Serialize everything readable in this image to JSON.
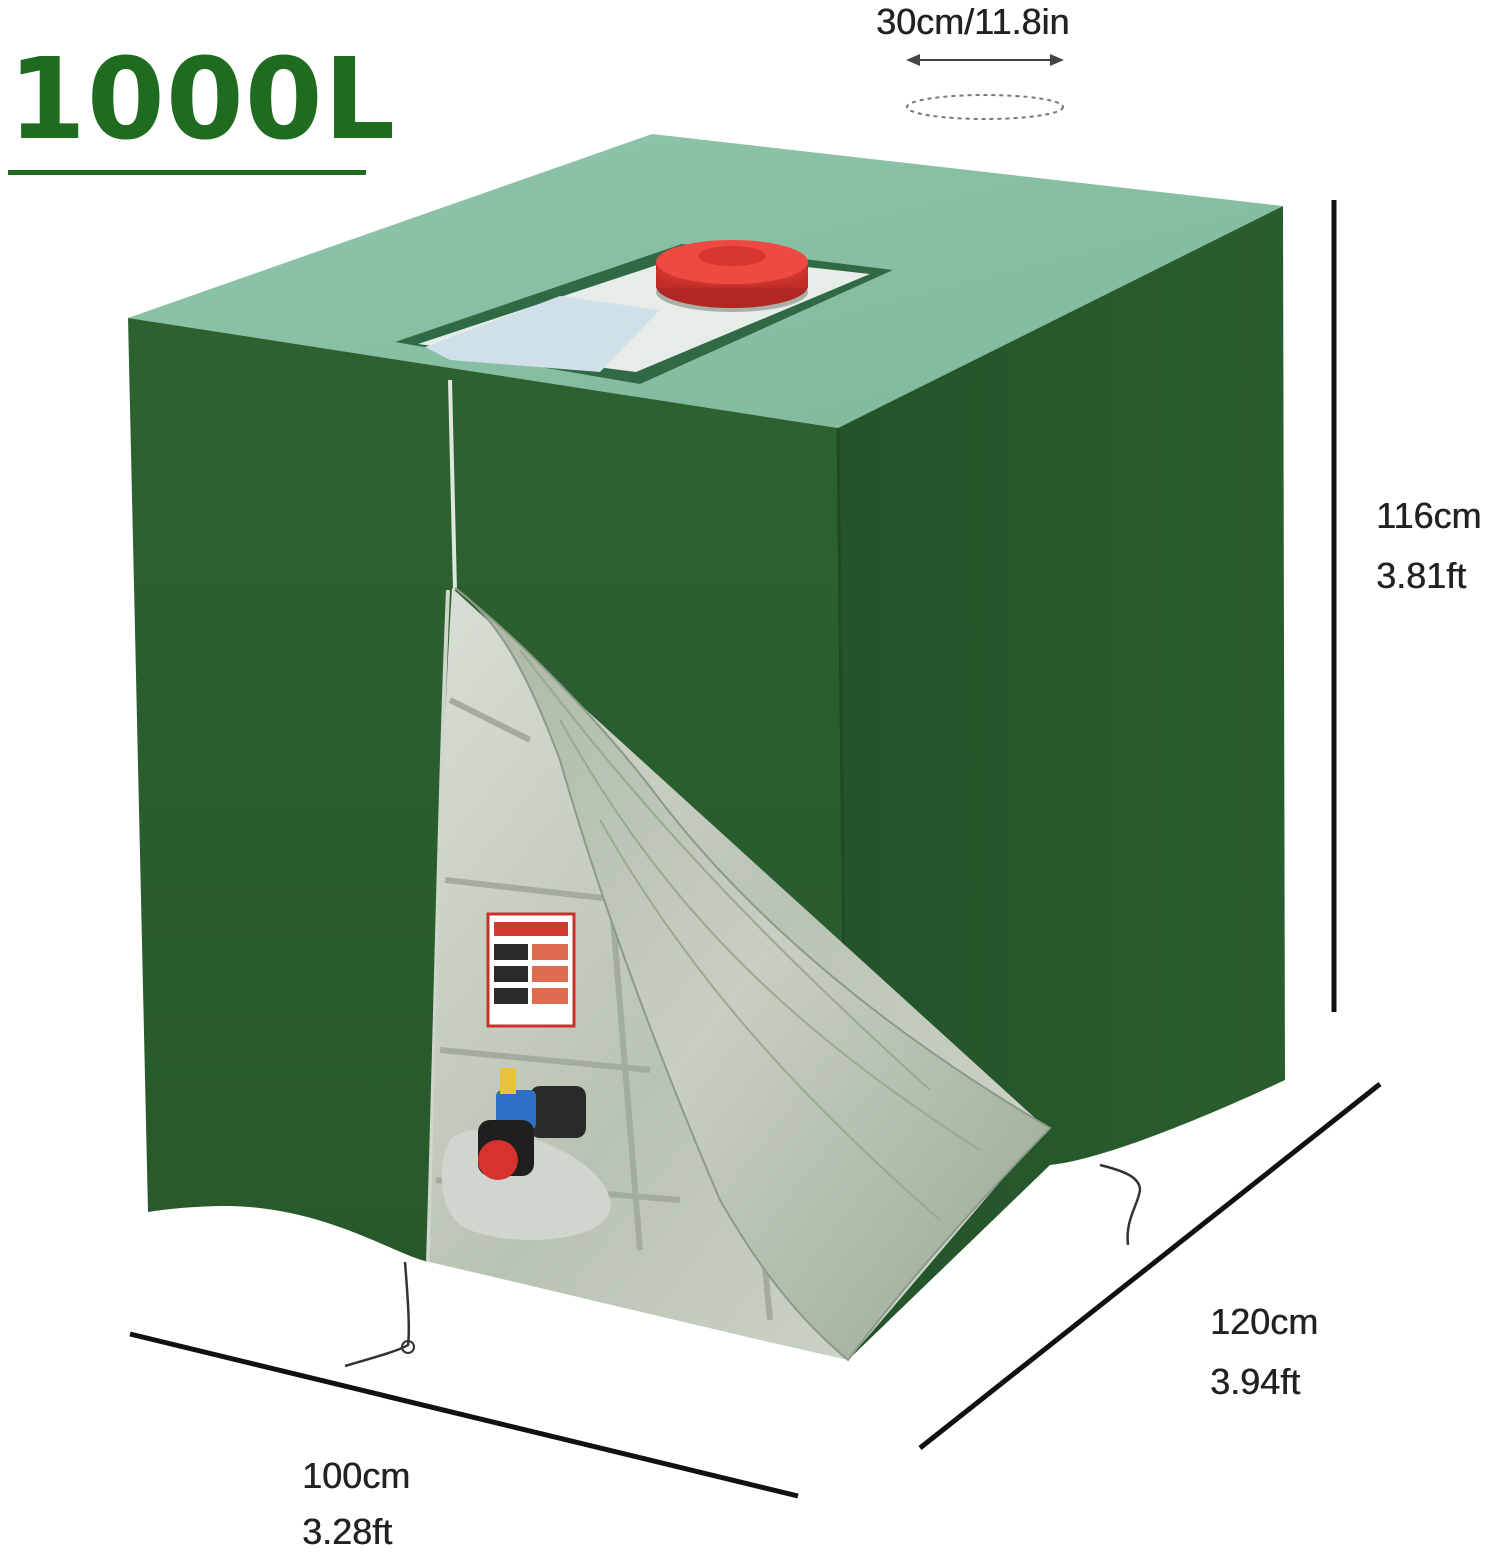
{
  "product": {
    "capacity": "1000L"
  },
  "dimensions": {
    "opening_diameter": "30cm/11.8in",
    "height_cm": "116cm",
    "height_ft": "3.81ft",
    "depth_cm": "120cm",
    "depth_ft": "3.94ft",
    "width_cm": "100cm",
    "width_ft": "3.28ft"
  },
  "colors": {
    "cover_green": "#2a5e2c",
    "cover_top": "#8cc2a8",
    "cap_red": "#d93a33",
    "silver_lining": "#c6cdc0",
    "title_green": "#1f6b1f"
  }
}
